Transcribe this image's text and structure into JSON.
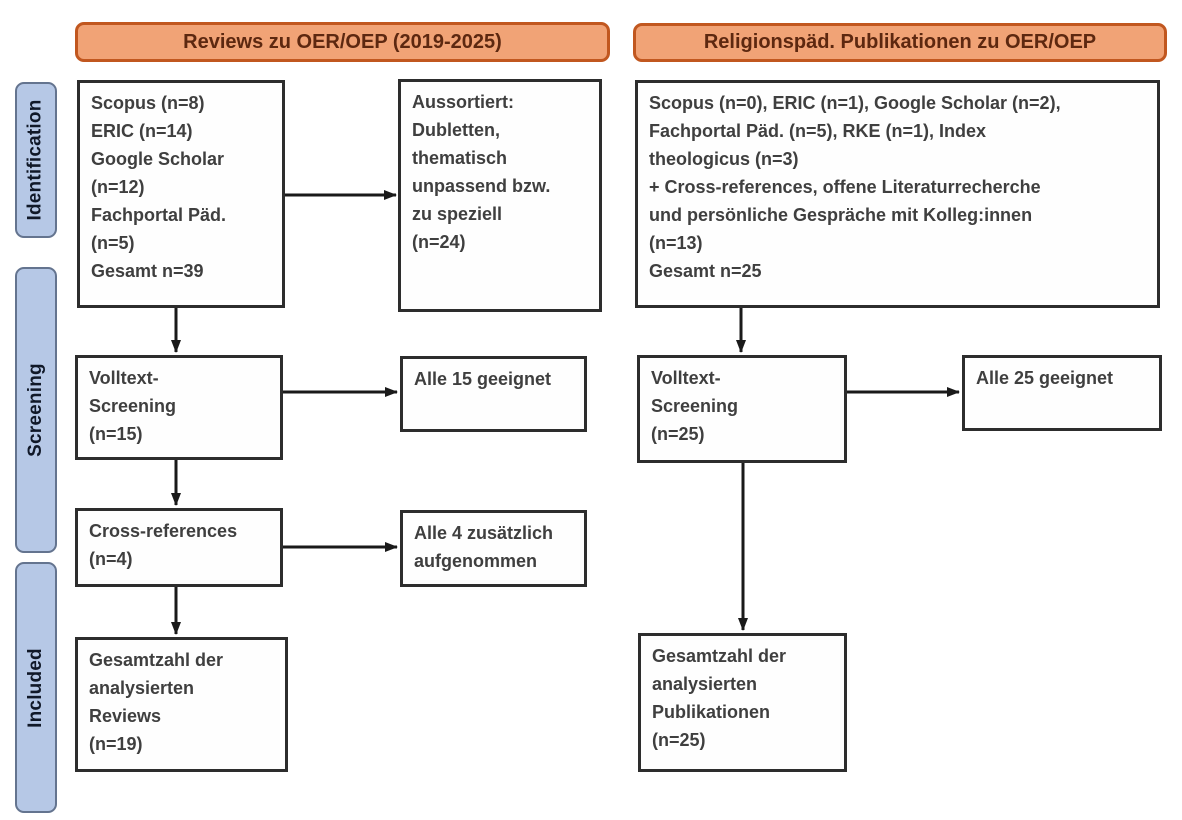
{
  "diagram_title": "PRISMA-style literature flow diagram",
  "headers": {
    "left": "Reviews zu OER/OEP (2019-2025)",
    "right": "Religionspäd. Publikationen zu OER/OEP"
  },
  "stages": [
    {
      "label": "Identification"
    },
    {
      "label": "Screening"
    },
    {
      "label": "Included"
    }
  ],
  "left": {
    "sources": "Scopus (n=8)\nERIC (n=14)\nGoogle Scholar\n(n=12)\nFachportal Päd.\n(n=5)\nGesamt n=39",
    "excluded": "Aussortiert:\nDubletten,\nthematisch\nunpassend bzw.\nzu speziell\n(n=24)",
    "screening": "Volltext-\nScreening\n(n=15)",
    "screening_result": "Alle 15 geeignet",
    "cross_references": "Cross-references\n(n=4)",
    "cross_references_result": "Alle 4 zusätzlich\naufgenommen",
    "included": "Gesamtzahl der\nanalysierten\nReviews\n(n=19)"
  },
  "right": {
    "sources": "Scopus (n=0), ERIC (n=1), Google Scholar (n=2),\nFachportal Päd. (n=5), RKE (n=1), Index\ntheologicus (n=3)\n+ Cross-references, offene Literaturrecherche\nund persönliche Gespräche mit Kolleg:innen\n(n=13)\nGesamt n=25",
    "screening": "Volltext-\nScreening\n(n=25)",
    "screening_result": "Alle 25 geeignet",
    "included": "Gesamtzahl der\nanalysierten\nPublikationen\n(n=25)"
  },
  "colors": {
    "header_fill": "#f1a376",
    "header_border": "#c1571f",
    "header_text": "#5d2810",
    "stage_fill": "#b6c8e6",
    "stage_border": "#64748f",
    "node_border": "#2d2d2d",
    "node_text": "#3f3f3f",
    "arrow": "#1a1a1a",
    "background": "#ffffff"
  }
}
